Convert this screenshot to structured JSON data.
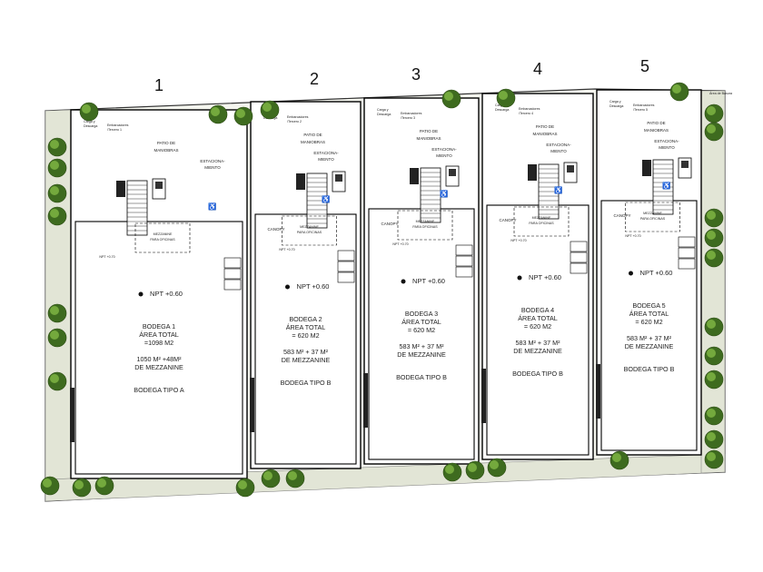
{
  "site": {
    "colors": {
      "planting_strip": "#e2e5d6",
      "tree_dark": "#3e6b1f",
      "tree_light": "#8bc34a",
      "wall": "#000000"
    },
    "corner_note": "Área de Basura"
  },
  "warehouses": [
    {
      "number": "1",
      "patio": [
        "PATIO DE",
        "MANIOBRAS"
      ],
      "parking": [
        "ESTACIONA-",
        "MIENTO"
      ],
      "loading": [
        "Carga y",
        "Descarga"
      ],
      "boarding": [
        "Embarcadores",
        "/Tercero 1"
      ],
      "mezzanine": [
        "MEZZANINE",
        "PARA OFICINAS"
      ],
      "npt": "NPT +0.60",
      "npt_small": "NPT +0.70",
      "canopy": "",
      "name": "BODEGA 1",
      "area_label": "ÁREA TOTAL",
      "area_value": "=1098 M2",
      "breakdown": [
        "1050 M² +48M²",
        "DE MEZZANINE"
      ],
      "type": "BODEGA TIPO A"
    },
    {
      "number": "2",
      "patio": [
        "PATIO DE",
        "MANIOBRAS"
      ],
      "parking": [
        "ESTACIONA-",
        "MIENTO"
      ],
      "loading": [
        "Carga y",
        "Descarga"
      ],
      "boarding": [
        "Embarcadores",
        "/Tercero 2"
      ],
      "mezzanine": [
        "MEZZANINE",
        "PARA OFICINAS"
      ],
      "npt": "NPT +0.60",
      "npt_small": "NPT +0.70",
      "canopy": "CANOPY",
      "name": "BODEGA 2",
      "area_label": "ÁREA TOTAL",
      "area_value": "= 620 M2",
      "breakdown": [
        "583 M² + 37 M²",
        "DE MEZZANINE"
      ],
      "type": "BODEGA TIPO B"
    },
    {
      "number": "3",
      "patio": [
        "PATIO DE",
        "MANIOBRAS"
      ],
      "parking": [
        "ESTACIONA-",
        "MIENTO"
      ],
      "loading": [
        "Carga y",
        "Descarga"
      ],
      "boarding": [
        "Embarcadores",
        "/Tercero 3"
      ],
      "mezzanine": [
        "MEZZANINE",
        "PARA OFICINAS"
      ],
      "npt": "NPT +0.60",
      "npt_small": "NPT +0.70",
      "canopy": "CANOPY",
      "name": "BODEGA 3",
      "area_label": "ÁREA TOTAL",
      "area_value": "= 620 M2",
      "breakdown": [
        "583 M² + 37 M²",
        "DE MEZZANINE"
      ],
      "type": "BODEGA TIPO B"
    },
    {
      "number": "4",
      "patio": [
        "PATIO DE",
        "MANIOBRAS"
      ],
      "parking": [
        "ESTACIONA-",
        "MIENTO"
      ],
      "loading": [
        "Carga y",
        "Descarga"
      ],
      "boarding": [
        "Embarcadores",
        "/Tercero 4"
      ],
      "mezzanine": [
        "MEZZANINE",
        "PARA OFICINAS"
      ],
      "npt": "NPT +0.60",
      "npt_small": "NPT +0.70",
      "canopy": "CANOPY",
      "name": "BODEGA 4",
      "area_label": "ÁREA TOTAL",
      "area_value": "= 620 M2",
      "breakdown": [
        "583 M² + 37 M²",
        "DE MEZZANINE"
      ],
      "type": "BODEGA TIPO B"
    },
    {
      "number": "5",
      "patio": [
        "PATIO DE",
        "MANIOBRAS"
      ],
      "parking": [
        "ESTACIONA-",
        "MIENTO"
      ],
      "loading": [
        "Carga y",
        "Descarga"
      ],
      "boarding": [
        "Embarcadores",
        "/Tercero 5"
      ],
      "mezzanine": [
        "MEZZANINE",
        "PARA OFICINAS"
      ],
      "npt": "NPT +0.60",
      "npt_small": "NPT +0.70",
      "canopy": "CANOPY",
      "name": "BODEGA 5",
      "area_label": "ÁREA TOTAL",
      "area_value": "= 620 M2",
      "breakdown": [
        "583 M² + 37 M²",
        "DE MEZZANINE"
      ],
      "type": "BODEGA TIPO B"
    }
  ]
}
